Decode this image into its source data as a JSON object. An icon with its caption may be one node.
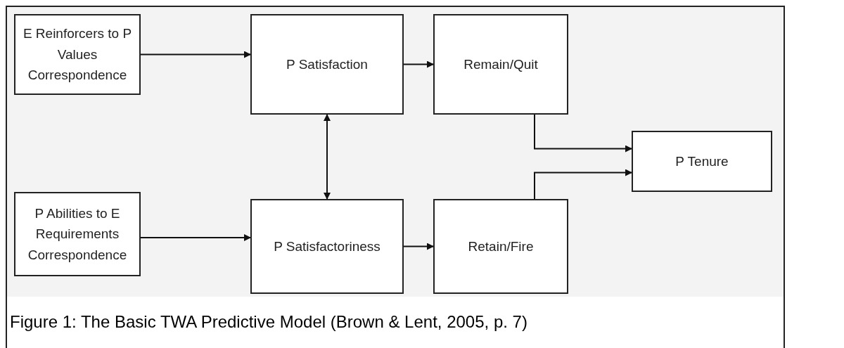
{
  "diagram": {
    "caption": "Figure 1: The Basic TWA Predictive Model (Brown & Lent, 2005, p. 7)",
    "nodes": [
      {
        "text": [
          "E Reinforcers to P Values Correspondence"
        ]
      },
      {
        "text": [
          "P Satisfaction"
        ]
      },
      {
        "text": [
          "Remain/Quit"
        ]
      },
      {
        "text": [
          "P Tenure"
        ]
      },
      {
        "text": [
          "P Abilities to E Requirements Correspondence"
        ]
      },
      {
        "text": [
          "P Satisfactoriness"
        ]
      },
      {
        "text": [
          "Retain/Fire"
        ]
      }
    ],
    "edges": [
      {
        "from": 0,
        "to": 1,
        "arrow": "to"
      },
      {
        "from": 1,
        "to": 2,
        "arrow": "to"
      },
      {
        "from": 2,
        "to": 3,
        "arrow": "to"
      },
      {
        "from": 1,
        "to": 5,
        "arrow": "both"
      },
      {
        "from": 4,
        "to": 5,
        "arrow": "to"
      },
      {
        "from": 5,
        "to": 6,
        "arrow": "to"
      },
      {
        "from": 6,
        "to": 3,
        "arrow": "to"
      }
    ]
  }
}
